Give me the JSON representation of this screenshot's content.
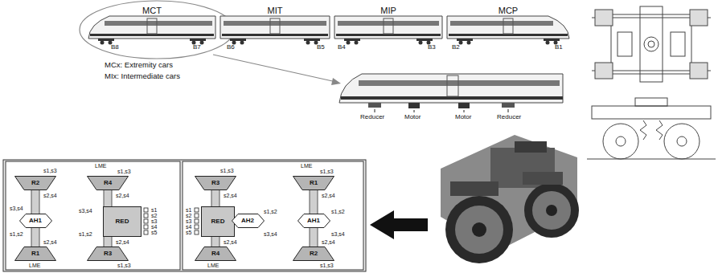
{
  "diagram": {
    "nodes": [
      {
        "text": [
          "MCT"
        ]
      },
      {
        "text": [
          "MIT"
        ]
      },
      {
        "text": [
          "MIP"
        ]
      },
      {
        "text": [
          "MCP"
        ]
      },
      {
        "text": [
          "R2"
        ]
      },
      {
        "text": [
          "R4"
        ]
      },
      {
        "text": [
          "AH1"
        ]
      },
      {
        "text": [
          "RED"
        ]
      },
      {
        "text": [
          "R1"
        ]
      },
      {
        "text": [
          "R3"
        ]
      },
      {
        "text": [
          "R3"
        ]
      },
      {
        "text": [
          "R1"
        ]
      },
      {
        "text": [
          "RED"
        ]
      },
      {
        "text": [
          "AH2"
        ]
      },
      {
        "text": [
          "AH1"
        ]
      },
      {
        "text": [
          "R4"
        ]
      },
      {
        "text": [
          "R2"
        ]
      }
    ],
    "labels": [
      "B8",
      "B7",
      "B6",
      "B5",
      "B4",
      "B3",
      "B2",
      "B1",
      "MCx: Extremity cars",
      "MIx: Intermediate cars",
      "Reducer",
      "Motor",
      "Motor",
      "Reducer",
      "s1,s3",
      "LME",
      "s1,s3",
      "s2,s4",
      "s2,s4",
      "s3,s4",
      "s1,s2",
      "s3,s4",
      "s1,s2",
      "s1",
      "s2",
      "s3",
      "s4",
      "s5",
      "s2,s4",
      "s2,s4",
      "LME",
      "s1,s3",
      "s1,s3",
      "LME",
      "s1,s3",
      "s2,s4",
      "s2,s4",
      "s1",
      "s2",
      "s3",
      "s4",
      "s5",
      "s1,s2",
      "s3,s4",
      "s1,s2",
      "s3,s4",
      "s2,s4",
      "s2,s4",
      "LME",
      "s1,s3"
    ]
  }
}
